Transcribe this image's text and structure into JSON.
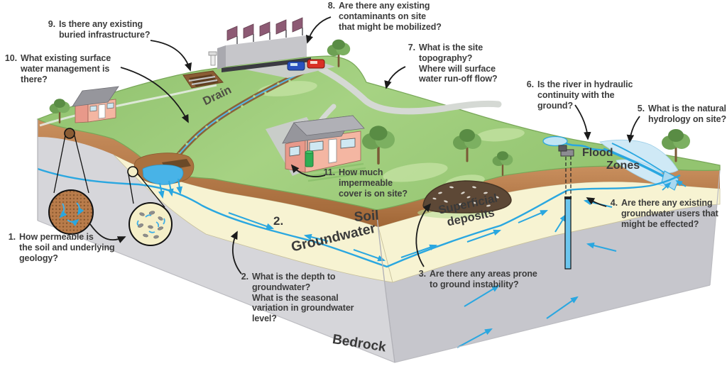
{
  "questions": [
    {
      "num": "1.",
      "text": "How permeable is\nthe soil and underlying\ngeology?"
    },
    {
      "num": "2.",
      "text": "What is the depth to\ngroundwater?\nWhat is the seasonal\nvariation in groundwater\nlevel?"
    },
    {
      "num": "3.",
      "text": "Are there any areas prone\nto ground instability?"
    },
    {
      "num": "4.",
      "text": "Are there any existing\ngroundwater users that\nmight be effected?"
    },
    {
      "num": "5.",
      "text": "What is the natural\nhydrology on site?"
    },
    {
      "num": "6.",
      "text": "Is the river in hydraulic\ncontinuity with the\nground?"
    },
    {
      "num": "7.",
      "text": "What is the site\ntopography?\nWhere will surface\nwater run-off flow?"
    },
    {
      "num": "8.",
      "text": "Are there any existing\ncontaminants on site\nthat might be mobilized?"
    },
    {
      "num": "9.",
      "text": "Is there any existing\nburied infrastructure?"
    },
    {
      "num": "10.",
      "text": "What existing surface\nwater management is\nthere?"
    },
    {
      "num": "11.",
      "text": "How much\nimpermeable\ncover is on site?"
    }
  ],
  "labels": {
    "drain": "Drain",
    "soil": "Soil",
    "groundwater": "Groundwater",
    "superficial": "Superficial\ndeposits",
    "bedrock": "Bedrock",
    "flood_line1": "Flood",
    "flood_line2": "Zones",
    "layer_marker": "2."
  },
  "colors": {
    "grass": "#9cc878",
    "soil": "#b5794a",
    "superficial": "#f7f3d2",
    "bedrock_left": "#d6d6da",
    "bedrock_right": "#c6c6cc",
    "water": "#2aa7e0",
    "flood": "#cfe9f6",
    "question_text": "#3c3c3c"
  }
}
